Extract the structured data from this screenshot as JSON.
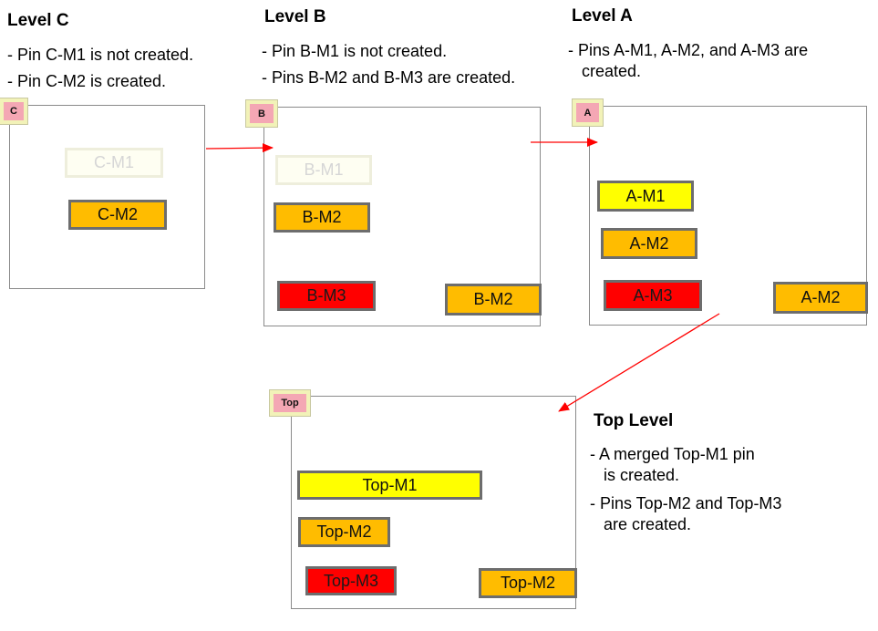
{
  "levels": {
    "c": {
      "heading": "Level C",
      "notes": [
        "- Pin C-M1 is not created.",
        "- Pin C-M2 is created."
      ],
      "tag": "C",
      "pins": [
        "C-M1",
        "C-M2"
      ]
    },
    "b": {
      "heading": "Level B",
      "notes": [
        "- Pin B-M1 is not created.",
        "- Pins B-M2 and B-M3 are created."
      ],
      "tag": "B",
      "pins": [
        "B-M1",
        "B-M2",
        "B-M3",
        "B-M2"
      ]
    },
    "a": {
      "heading": "Level A",
      "notes": [
        "- Pins A-M1, A-M2, and A-M3 are",
        "created."
      ],
      "tag": "A",
      "pins": [
        "A-M1",
        "A-M2",
        "A-M3",
        "A-M2"
      ]
    },
    "top": {
      "heading": "Top Level",
      "notes": [
        "- A merged Top-M1 pin",
        "is created.",
        "- Pins Top-M2 and Top-M3",
        "are created."
      ],
      "tag": "Top",
      "pins": [
        "Top-M1",
        "Top-M2",
        "Top-M3",
        "Top-M2"
      ]
    }
  },
  "colors": {
    "pin_orange": "#ffbc00",
    "pin_yellow": "#ffff00",
    "pin_red": "#ff0000",
    "tag_pink": "#f4a7b4",
    "arrow_red": "#ff0000"
  }
}
